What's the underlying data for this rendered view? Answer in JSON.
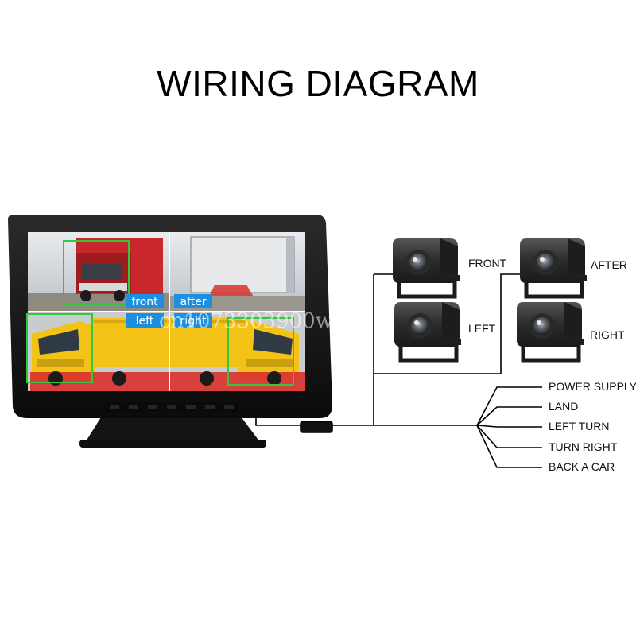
{
  "title": "WIRING DIAGRAM",
  "monitor": {
    "quadrant_tags": [
      "front",
      "after",
      "left",
      "right"
    ],
    "watermark": "cn1073303900wyrae"
  },
  "cameras": [
    {
      "label": "FRONT"
    },
    {
      "label": "AFTER"
    },
    {
      "label": "LEFT"
    },
    {
      "label": "RIGHT"
    }
  ],
  "wires": [
    {
      "label": "POWER SUPPLY"
    },
    {
      "label": "LAND"
    },
    {
      "label": "LEFT TURN"
    },
    {
      "label": "TURN RIGHT"
    },
    {
      "label": "BACK A CAR"
    }
  ],
  "colors": {
    "monitor_body": "#151515",
    "screen_bg": "#cfd3d6",
    "truck_yellow": "#f2c316",
    "truck_red": "#c8282c",
    "detect_box": "#31c83a",
    "tag_blue": "#1c8fe0",
    "camera_body": "#2a2a2a",
    "wire": "#000000"
  }
}
